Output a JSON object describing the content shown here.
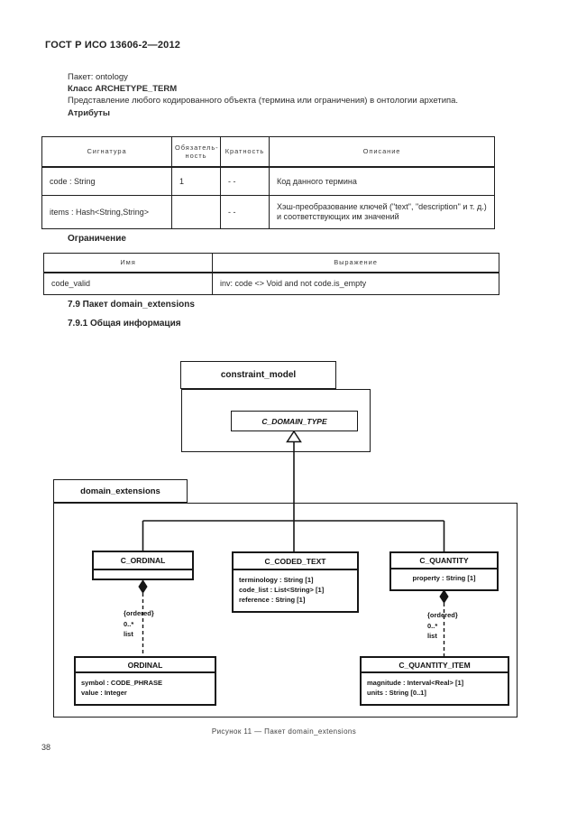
{
  "doc": {
    "header": "ГОСТ Р ИСО 13606-2—2012",
    "page_number": "38"
  },
  "intro": {
    "package_line": "Пакет: ontology",
    "class_heading": "Класс ARCHETYPE_TERM",
    "description": "Представление любого кодированного объекта (термина или ограничения) в онтологии архетипа.",
    "attributes_heading": "Атрибуты"
  },
  "attributes_table": {
    "col_signature": "Сигнатура",
    "col_mandatory": "Обязатель-\nность",
    "col_cardinality": "Кратность",
    "col_description": "Описание",
    "row1": {
      "signature": "code : String",
      "mandatory": "1",
      "cardinality": "- -",
      "description": "Код данного термина"
    },
    "row2": {
      "signature": "items : Hash<String,String>",
      "mandatory": "",
      "cardinality": "- -",
      "description": "Хэш-преобразование ключей (\"text\", \"description\" и т. д.) и соответствующих им значений"
    }
  },
  "constraint_block": {
    "heading": "Ограничение",
    "col_name": "Имя",
    "col_expression": "Выражение",
    "row1": {
      "name": "code_valid",
      "expression": "inv: code <> Void and not code.is_empty"
    }
  },
  "headings": {
    "s_7_9": "7.9 Пакет domain_extensions",
    "s_7_9_1": "7.9.1 Общая информация"
  },
  "diagram": {
    "constraint_model_label": "constraint_model",
    "domain_extensions_label": "domain_extensions",
    "c_domain_type": {
      "name": "C_DOMAIN_TYPE"
    },
    "c_ordinal": {
      "name": "C_ORDINAL"
    },
    "c_coded_text": {
      "name": "C_CODED_TEXT",
      "attr1": "terminology : String [1]",
      "attr2": "code_list : List<String> [1]",
      "attr3": "reference : String [1]"
    },
    "c_quantity": {
      "name": "C_QUANTITY",
      "attr1": "property : String [1]"
    },
    "ordinal": {
      "name": "ORDINAL",
      "attr1": "symbol : CODE_PHRASE",
      "attr2": "value : Integer"
    },
    "c_quantity_item": {
      "name": "C_QUANTITY_ITEM",
      "attr1": "magnitude : Interval<Real> [1]",
      "attr2": "units : String [0..1]"
    },
    "left_link": {
      "constraint": "{ordered}",
      "multiplicity": "0..*",
      "role": "list"
    },
    "right_link": {
      "constraint": "{ordered}",
      "multiplicity": "0..*",
      "role": "list"
    },
    "caption": "Рисунок 11 — Пакет domain_extensions"
  }
}
